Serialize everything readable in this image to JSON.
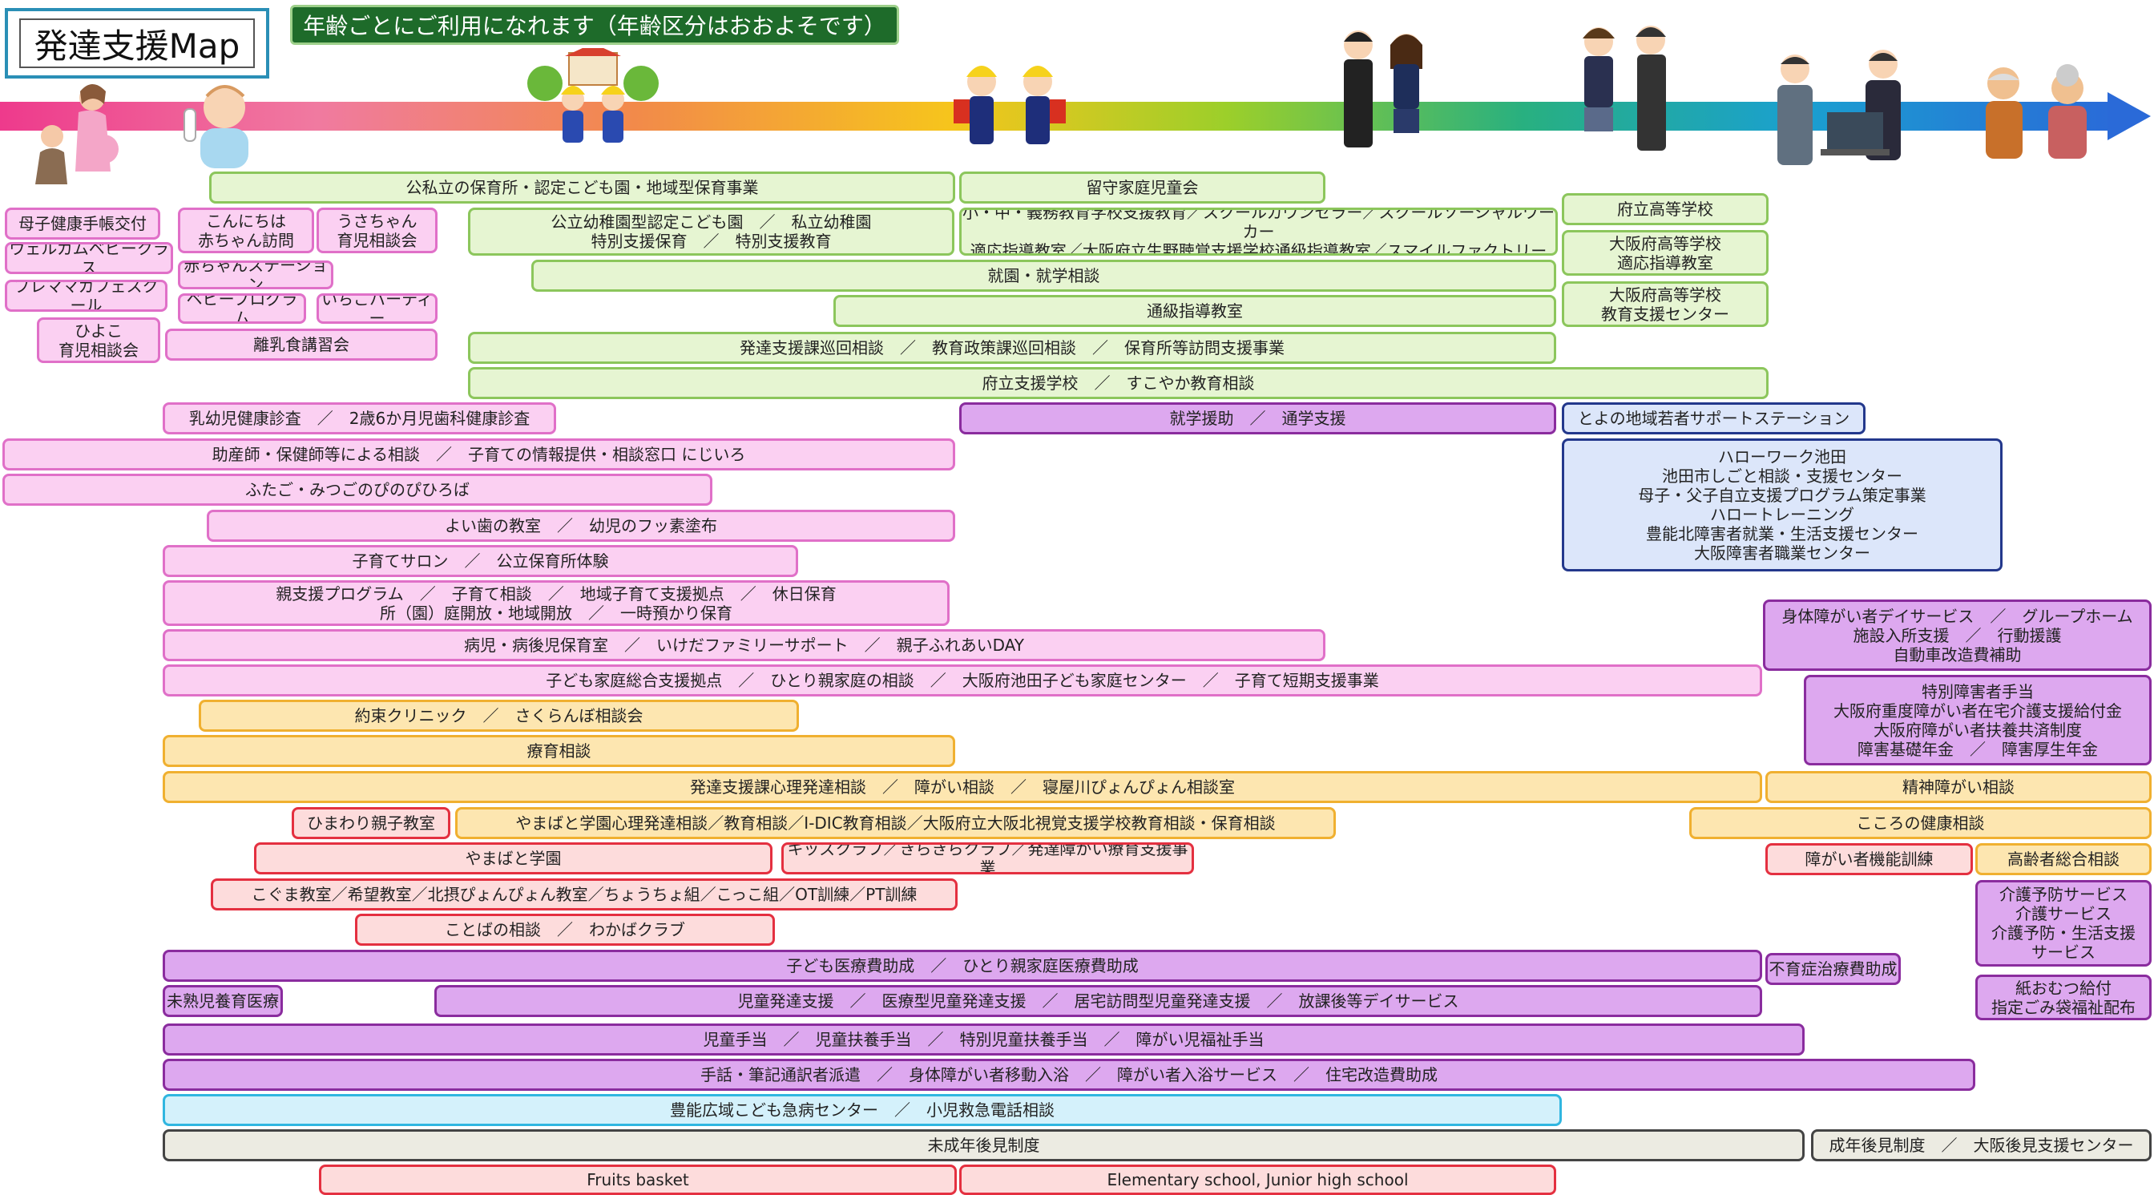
{
  "title": "発達支援Map",
  "subtitle": "年齢ごとにご利用になれます（年齢区分はおおよそです）",
  "colors": {
    "green": "#8cc65c",
    "pink": "#e070c8",
    "orange": "#f0b030",
    "red": "#e43040",
    "violet": "#8a2c9e",
    "navy": "#23388c",
    "cyan": "#30b6e0",
    "black": "#444444"
  },
  "icons": [
    "pregnant-mother-figure",
    "baby-with-bottle-figure",
    "preschool-children-figure",
    "schoolchildren-figure",
    "junior-high-students-figure",
    "high-school-students-figure",
    "working-adults-figure",
    "elderly-couple-figure",
    "age-arrow"
  ],
  "services": [
    "公私立の保育所・認定こども園・地域型保育事業",
    "留守家庭児童会",
    "母子健康手帳交付",
    "こんにちは\n赤ちゃん訪問",
    "うさちゃん\n育児相談会",
    "公立幼稚園型認定こども園　／　私立幼稚園\n特別支援保育　／　特別支援教育",
    "小・中・義務教育学校支援教育／スクールカウンセラー／スクールソーシャルワーカー\n適応指導教室／大阪府立生野聴覚支援学校通級指導教室／スマイルファクトリー",
    "府立高等学校",
    "ウェルカムベビークラス",
    "大阪府高等学校\n適応指導教室",
    "赤ちゃんステーション",
    "就園・就学相談",
    "プレママカフェスクール",
    "ベビープログラム",
    "いちごパーティー",
    "通級指導教室",
    "大阪府高等学校\n教育支援センター",
    "ひよこ\n育児相談会",
    "離乳食講習会",
    "発達支援課巡回相談　／　教育政策課巡回相談　／　保育所等訪問支援事業",
    "府立支援学校　／　すこやか教育相談",
    "乳幼児健康診査　／　2歳6か月児歯科健康診査",
    "就学援助　／　通学支援",
    "とよの地域若者サポートステーション",
    "助産師・保健師等による相談　／　子育ての情報提供・相談窓口 にじいろ",
    "ハローワーク池田\n池田市しごと相談・支援センター\n母子・父子自立支援プログラム策定事業\nハロートレーニング\n豊能北障害者就業・生活支援センター\n大阪障害者職業センター",
    "ふたご・みつごのぴのぴひろば",
    "よい歯の教室　／　幼児のフッ素塗布",
    "子育てサロン　／　公立保育所体験",
    "親支援プログラム　／　子育て相談　／　地域子育て支援拠点　／　休日保育\n所（園）庭開放・地域開放　／　一時預かり保育",
    "身体障がい者デイサービス　／　グループホーム\n施設入所支援　／　行動援護\n自動車改造費補助",
    "病児・病後児保育室　／　いけだファミリーサポート　／　親子ふれあいDAY",
    "子ども家庭総合支援拠点　／　ひとり親家庭の相談　／　大阪府池田子ども家庭センター　／　子育て短期支援事業",
    "特別障害者手当\n大阪府重度障がい者在宅介護支援給付金\n大阪府障がい者扶養共済制度\n障害基礎年金　／　障害厚生年金",
    "約束クリニック　／　さくらんぼ相談会",
    "療育相談",
    "発達支援課心理発達相談　／　障がい相談　／　寝屋川ぴょんぴょん相談室",
    "精神障がい相談",
    "ひまわり親子教室",
    "やまばと学園心理発達相談／教育相談／I-DIC教育相談／大阪府立大阪北視覚支援学校教育相談・保育相談",
    "こころの健康相談",
    "やまばと学園",
    "キッズクラブ／きらきらクラブ／発達障がい療育支援事業",
    "障がい者機能訓練",
    "高齢者総合相談",
    "こぐま教室／希望教室／北摂ぴょんぴょん教室／ちょうちょ組／こっこ組／OT訓練／PT訓練",
    "介護予防サービス\n介護サービス\n介護予防・生活支援\nサービス",
    "ことばの相談　／　わかばクラブ",
    "子ども医療費助成　／　ひとり親家庭医療費助成",
    "不育症治療費助成",
    "未熟児養育医療",
    "児童発達支援　／　医療型児童発達支援　／　居宅訪問型児童発達支援　／　放課後等デイサービス",
    "紙おむつ給付\n指定ごみ袋福祉配布",
    "児童手当　／　児童扶養手当　／　特別児童扶養手当　／　障がい児福祉手当",
    "手話・筆記通訳者派遣　／　身体障がい者移動入浴　／　障がい者入浴サービス　／　住宅改造費助成",
    "豊能広域こども急病センター　／　小児救急電話相談",
    "未成年後見制度",
    "成年後見制度　／　大阪後見支援センター",
    "Fruits basket",
    "Elementary school, Junior high school"
  ]
}
